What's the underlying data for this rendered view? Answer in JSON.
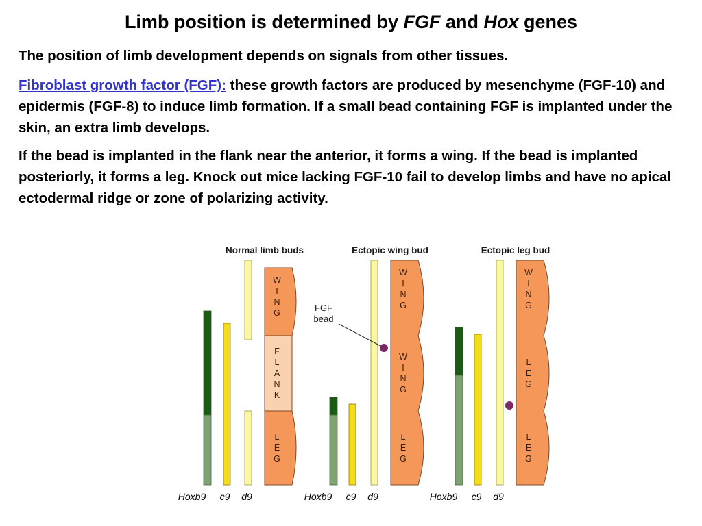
{
  "title": {
    "before": "Limb position is determined by ",
    "fgf": "FGF",
    "and": " and ",
    "hox": "Hox",
    "after": " genes"
  },
  "paragraph1": "The position of limb development depends on signals from other tissues.",
  "paragraph2": {
    "link": "Fibroblast growth factor (FGF):",
    "text": " these growth factors are produced by mesenchyme (FGF-10) and epidermis (FGF-8) to induce limb formation. If a small bead containing FGF is implanted under the skin, an extra limb develops."
  },
  "paragraph3": "If the bead is implanted in the flank near the anterior, it forms a wing. If the bead is implanted posteriorly, it forms a leg. Knock out mice lacking FGF-10 fail to develop limbs and have no apical ectodermal ridge or zone of polarizing activity.",
  "colors": {
    "hoxb9_dark": "#1a5c14",
    "hoxb9_light": "#7fa272",
    "c9": "#f5dc1a",
    "d9": "#fbf8a0",
    "bud": "#f6975a",
    "flank": "#fbd2b0",
    "bead": "#7a2a62",
    "link": "#3333cc"
  },
  "figure": {
    "panels": [
      {
        "title": "Normal limb buds",
        "gene_labels": [
          "Hoxb9",
          "c9",
          "d9"
        ],
        "regions": [
          {
            "kind": "bud",
            "letters": [
              "W",
              "I",
              "N",
              "G"
            ]
          },
          {
            "kind": "flank",
            "letters": [
              "F",
              "L",
              "A",
              "N",
              "K"
            ]
          },
          {
            "kind": "bud",
            "letters": [
              "L",
              "E",
              "G"
            ]
          }
        ]
      },
      {
        "title": "Ectopic wing bud",
        "gene_labels": [
          "Hoxb9",
          "c9",
          "d9"
        ],
        "bead_label": [
          "FGF",
          "bead"
        ],
        "regions": [
          {
            "kind": "bud",
            "letters": [
              "W",
              "I",
              "N",
              "G"
            ]
          },
          {
            "kind": "bud",
            "letters": [
              "W",
              "I",
              "N",
              "G"
            ]
          },
          {
            "kind": "bud",
            "letters": [
              "L",
              "E",
              "G"
            ]
          }
        ]
      },
      {
        "title": "Ectopic leg bud",
        "gene_labels": [
          "Hoxb9",
          "c9",
          "d9"
        ],
        "regions": [
          {
            "kind": "bud",
            "letters": [
              "W",
              "I",
              "N",
              "G"
            ]
          },
          {
            "kind": "bud",
            "letters": [
              "L",
              "E",
              "G"
            ]
          },
          {
            "kind": "bud",
            "letters": [
              "L",
              "E",
              "G"
            ]
          }
        ]
      }
    ]
  }
}
